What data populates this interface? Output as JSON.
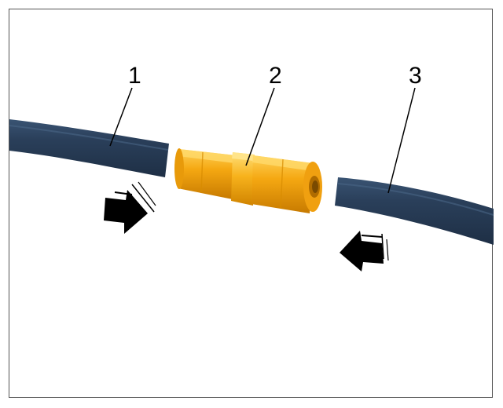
{
  "diagram": {
    "callouts": [
      {
        "number": "1",
        "part": "left-line-segment"
      },
      {
        "number": "2",
        "part": "brass-connector"
      },
      {
        "number": "3",
        "part": "right-line-segment"
      }
    ],
    "colors": {
      "line": "#2a3f5a",
      "line_highlight": "#4a6585",
      "connector": "#f2a20d",
      "connector_light": "#ffcc4d",
      "connector_dark": "#c77a00",
      "arrow": "#000000",
      "frame": "#555555"
    },
    "arrows": [
      {
        "direction": "right",
        "meaning": "push-left-segment-into-connector"
      },
      {
        "direction": "left",
        "meaning": "push-right-segment-into-connector"
      }
    ]
  }
}
